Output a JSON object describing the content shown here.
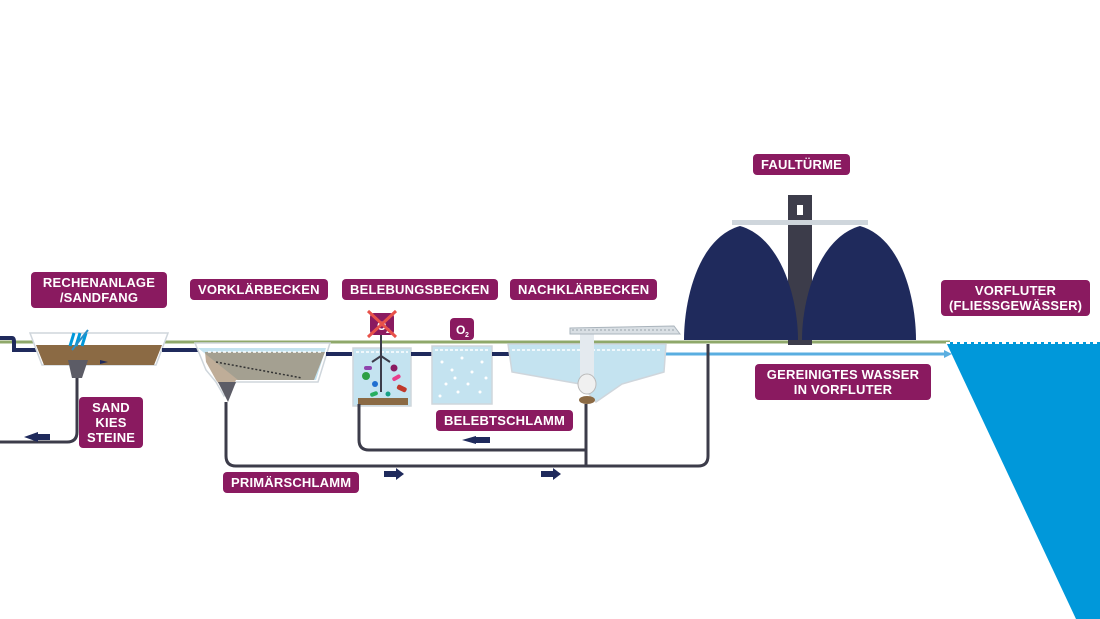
{
  "labels": {
    "rechenanlage": [
      "RECHENANLAGE",
      "/SANDFANG"
    ],
    "vorklaerbecken": "VORKLÄRBECKEN",
    "belebungsbecken": "BELEBUNGSBECKEN",
    "nachklaerbecken": "NACHKLÄRBECKEN",
    "faultuerme": "FAULTÜRME",
    "vorfluter": [
      "VORFLUTER",
      "(FLIESSGEWÄSSER)"
    ],
    "sand_kies_steine": [
      "SAND",
      "KIES",
      "STEINE"
    ],
    "belebtschlamm": "BELEBTSCHLAMM",
    "primaerschlamm": "PRIMÄRSCHLAMM",
    "gereinigtes_wasser": [
      "GEREINIGTES WASSER",
      "IN VORFLUTER"
    ]
  },
  "icons": {
    "o2_crossed": {
      "text": "O",
      "sub": "2"
    },
    "o2": {
      "text": "O",
      "sub": "2"
    }
  },
  "colors": {
    "label_bg": "#8a1a60",
    "pipe": "#3c3c4a",
    "arrow": "#1f2a5c",
    "tower": "#1f2a5c",
    "water_light": "#c4e3f0",
    "river": "#0098da",
    "ground": "#8fa86a",
    "sludge": "#8b6a44"
  }
}
